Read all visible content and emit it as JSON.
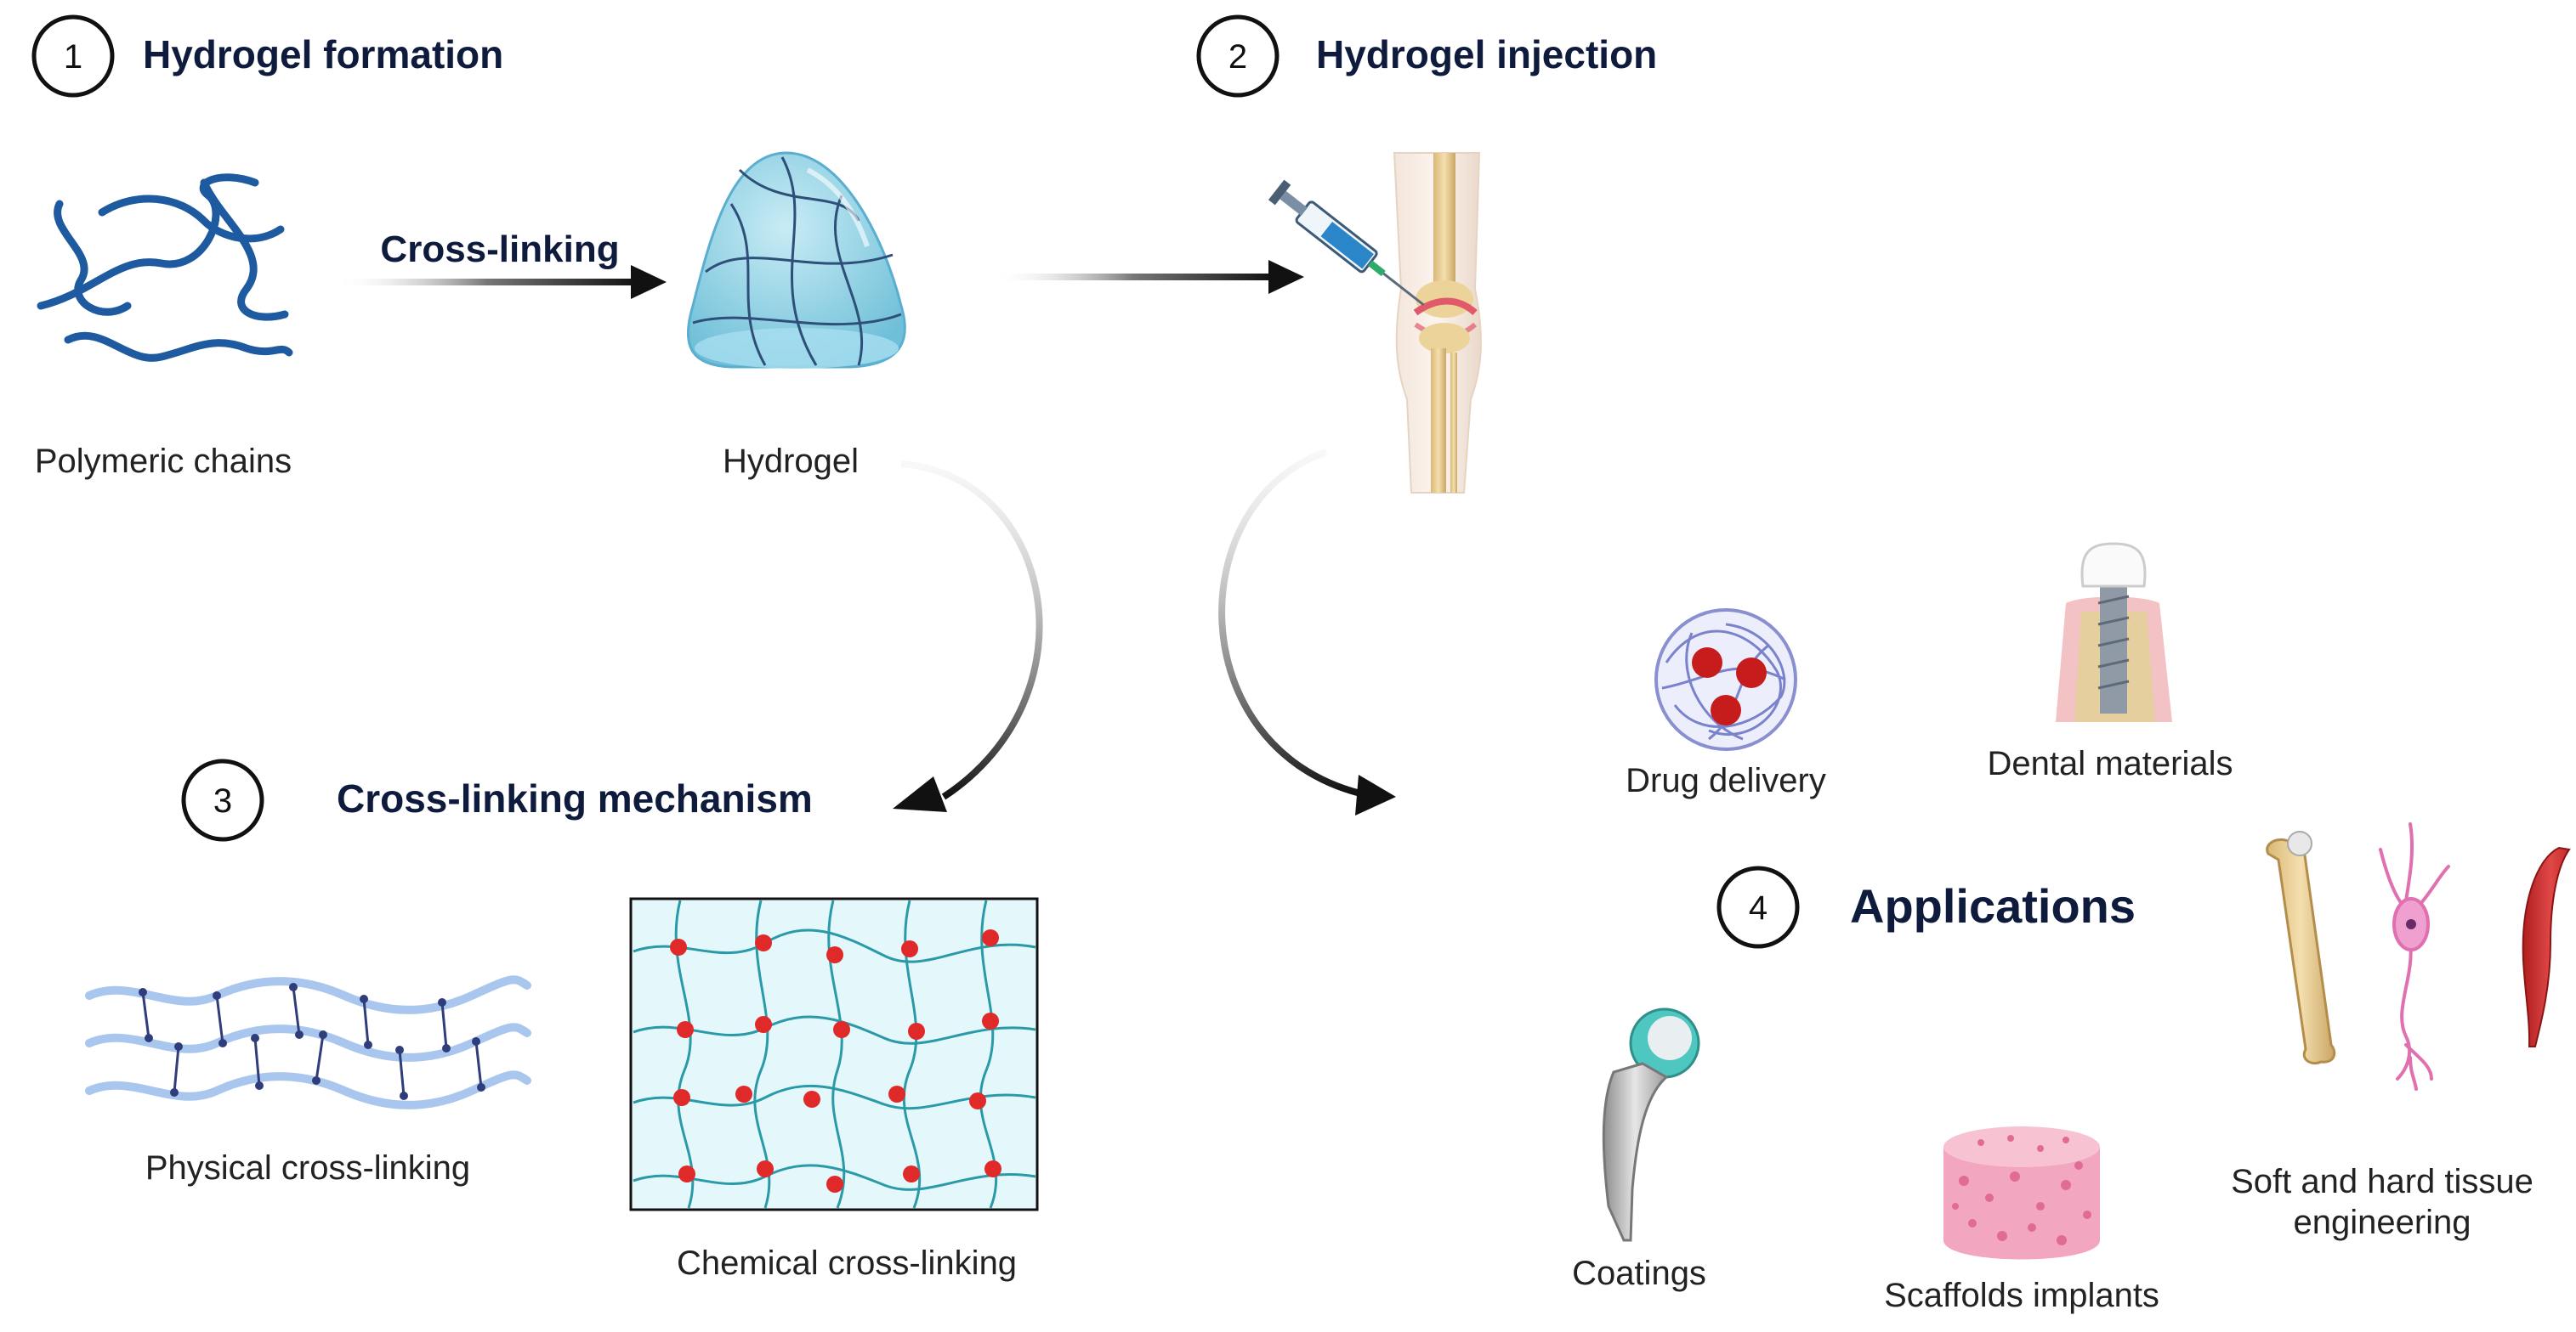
{
  "sections": {
    "formation": {
      "number": "1",
      "title": "Hydrogel formation"
    },
    "injection": {
      "number": "2",
      "title": "Hydrogel injection"
    },
    "mechanism": {
      "number": "3",
      "title": "Cross-linking mechanism"
    },
    "applications": {
      "number": "4",
      "title": "Applications"
    }
  },
  "labels": {
    "cross_linking_arrow": "Cross-linking",
    "polymeric_chains": "Polymeric chains",
    "hydrogel": "Hydrogel",
    "physical": "Physical cross-linking",
    "chemical": "Chemical cross-linking",
    "drug_delivery": "Drug delivery",
    "dental": "Dental materials",
    "coatings": "Coatings",
    "scaffolds": "Scaffolds implants",
    "tissue_line1": "Soft and hard tissue",
    "tissue_line2": "engineering"
  },
  "colors": {
    "title": "#0f1b3d",
    "polymer": "#1e5aa0",
    "hydrogel": "#8fd3e8",
    "crosslink_red": "#e02a2a",
    "network_teal": "#2a9aa8",
    "network_bg": "#e4f7fb",
    "physical_blue": "#a9c6ee"
  }
}
